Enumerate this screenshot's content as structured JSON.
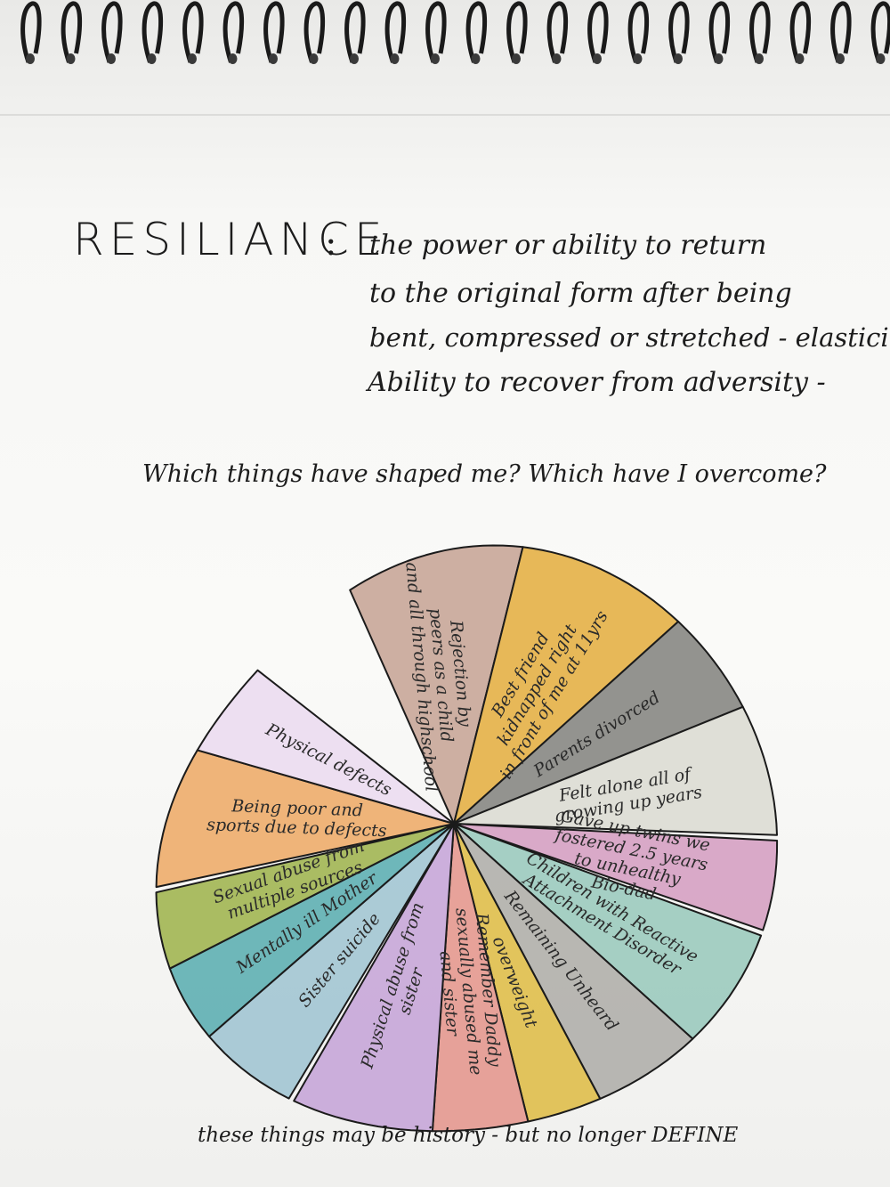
{
  "title": {
    "word": "RESILIANCE",
    "colon": ":"
  },
  "definition": {
    "lines": [
      "the power or ability to return",
      "to the original form after being",
      "bent, compressed or stretched - elasticity",
      "Ability to recover from adversity -"
    ]
  },
  "question": "Which things have shaped me? Which have I overcome?",
  "wheel": {
    "segments": [
      {
        "lines": [
          "Rejection by",
          "peers as a child",
          "and all through highschool"
        ],
        "color": "#c9a89a"
      },
      {
        "lines": [
          "Best friend",
          "kidnapped right",
          "in front of me at 11yrs"
        ],
        "color": "#e5b24a"
      },
      {
        "lines": [
          "Parents divorced"
        ],
        "color": "#8a8a86"
      },
      {
        "lines": [
          "Felt alone all of",
          "growing up years"
        ],
        "color": "#dcdcd4"
      },
      {
        "lines": [
          "Gave up twins we",
          "fostered 2.5 years",
          "to unhealthy",
          "Bio-dad"
        ],
        "color": "#d6a2c3"
      },
      {
        "lines": [
          "Children with Reactive",
          "Attachment Disorder"
        ],
        "color": "#9dcbbf"
      },
      {
        "lines": [
          "Remaining Unheard"
        ],
        "color": "#b2b1ad"
      },
      {
        "lines": [
          "overweight"
        ],
        "color": "#dfbf4f"
      },
      {
        "lines": [
          "Remember Daddy",
          "sexually abused me",
          "and sister"
        ],
        "color": "#e59a91"
      },
      {
        "lines": [
          "Physical abuse from",
          "sister"
        ],
        "color": "#c8a8d9"
      },
      {
        "lines": [
          "Sister suicide"
        ],
        "color": "#a4c7d4"
      },
      {
        "lines": [
          "Mentally ill Mother"
        ],
        "color": "#62b1b4"
      },
      {
        "lines": [
          "Sexual abuse from",
          "multiple sources"
        ],
        "color": "#a3b656"
      },
      {
        "lines": [
          "Being poor and",
          "sports due to defects"
        ],
        "color": "#eeae6e"
      },
      {
        "lines": [
          "Physical defects"
        ],
        "color": "#ecdcf0"
      }
    ]
  },
  "footer": "these things may be history - but no longer DEFINE"
}
